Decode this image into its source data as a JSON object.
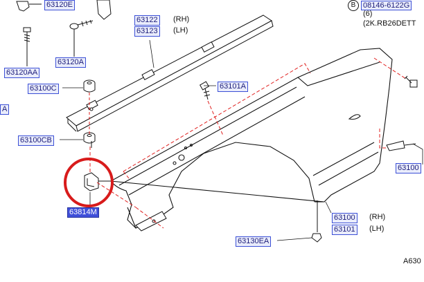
{
  "parts": {
    "p63120E": "63120E",
    "p63120A": "63120A",
    "p63120AA": "63120AA",
    "p63100C": "63100C",
    "p63100CB": "63100CB",
    "p63122": "63122",
    "p63123": "63123",
    "p63101A": "63101A",
    "p63814M": "63814M",
    "p63100": "63100",
    "p63101": "63101",
    "p63130EA": "63130EA",
    "p63100_right": "63100"
  },
  "side": {
    "rh": "(RH)",
    "lh": "(LH)"
  },
  "bolt_note": {
    "circle": "B",
    "part": "08146-6122G",
    "qty": "(6)",
    "engine": "(2K.RB26DETT"
  },
  "left_edge_label": "A",
  "figure_code": "A630",
  "colors": {
    "label_bg": "#e9ecfb",
    "label_border": "#3b4fd6",
    "selected_bg": "#3f4fd9",
    "highlight_circle": "#d81b1b",
    "guide_dash": "#e0201f"
  }
}
